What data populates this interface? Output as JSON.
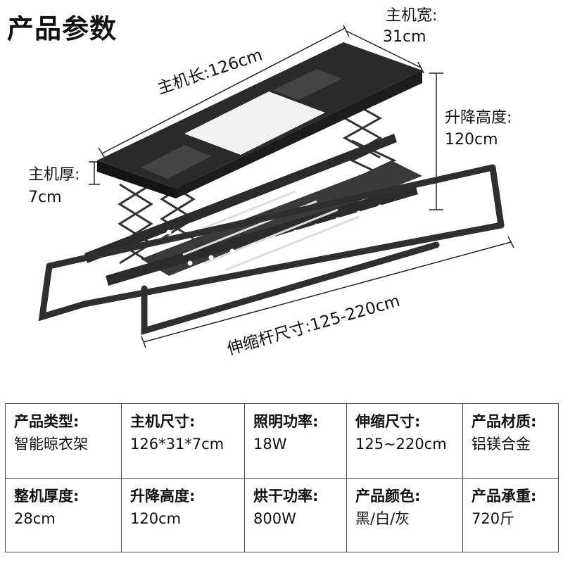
{
  "title": "产品参数",
  "annotations": {
    "host_width_label": "主机宽:",
    "host_width_value": "31cm",
    "host_length": "主机长:126cm",
    "lift_height_label": "升降高度:",
    "lift_height_value": "120cm",
    "host_thickness_label": "主机厚:",
    "host_thickness_value": "7cm",
    "rod_size": "伸缩杆尺寸:125-220cm"
  },
  "specs": {
    "rows": [
      [
        {
          "label": "产品类型:",
          "value": "智能晾衣架"
        },
        {
          "label": "主机尺寸:",
          "value": "126*31*7cm"
        },
        {
          "label": "照明功率:",
          "value": "18W"
        },
        {
          "label": "伸缩尺寸:",
          "value": "125~220cm"
        },
        {
          "label": "产品材质:",
          "value": "铝镁合金"
        }
      ],
      [
        {
          "label": "整机厚度:",
          "value": "28cm"
        },
        {
          "label": "升降高度:",
          "value": "120cm"
        },
        {
          "label": "烘干功率:",
          "value": "800W"
        },
        {
          "label": "产品颜色:",
          "value": "黑/白/灰"
        },
        {
          "label": "产品承重:",
          "value": "720斤"
        }
      ]
    ]
  }
}
